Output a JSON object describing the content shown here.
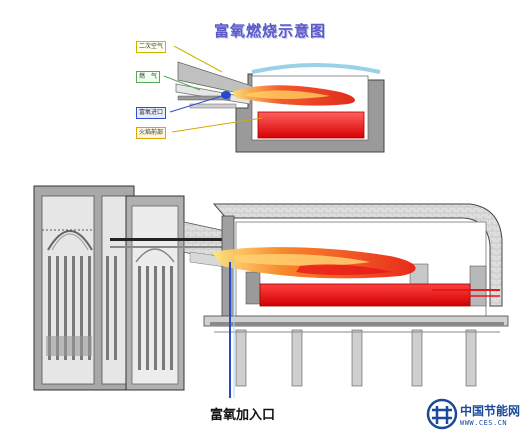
{
  "diagram": {
    "title": "富氧燃烧示意图",
    "callouts": [
      {
        "text": "二次空气",
        "color": "#c8b800"
      },
      {
        "text": "燃　气",
        "color": "#58a858"
      },
      {
        "text": "富氧进口",
        "color": "#3050d0"
      },
      {
        "text": "火焰前部",
        "color": "#d8a800"
      }
    ],
    "bottom_label": "富氧加入口"
  },
  "logo": {
    "name": "中国节能网",
    "url": "WWW.CES.CN",
    "icon": "ces-logo-icon"
  },
  "colors": {
    "wall": "#7a7a7a",
    "wall_light": "#c8c8c8",
    "molten": "#e81818",
    "flame": "#f07818",
    "oxygen": "#2848d0",
    "title": "#5a5ac8"
  }
}
